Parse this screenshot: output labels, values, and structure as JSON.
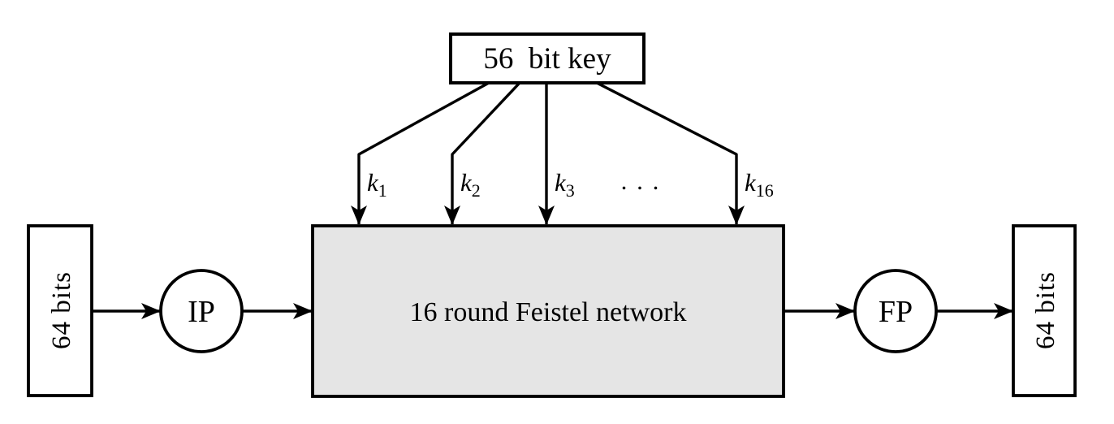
{
  "colors": {
    "background": "#ffffff",
    "stroke": "#000000",
    "feistel_fill": "#e5e5e5",
    "node_fill": "#ffffff"
  },
  "key_box": {
    "label": "56  bit key"
  },
  "subkeys": {
    "items": [
      {
        "base": "k",
        "sub": "1"
      },
      {
        "base": "k",
        "sub": "2"
      },
      {
        "base": "k",
        "sub": "3"
      },
      {
        "base": "k",
        "sub": "16"
      }
    ],
    "ellipsis": ". . ."
  },
  "feistel_box": {
    "label": "16 round Feistel network"
  },
  "input_box": {
    "label": "64 bits"
  },
  "output_box": {
    "label": "64 bits"
  },
  "ip_node": {
    "label": "IP"
  },
  "fp_node": {
    "label": "FP"
  }
}
